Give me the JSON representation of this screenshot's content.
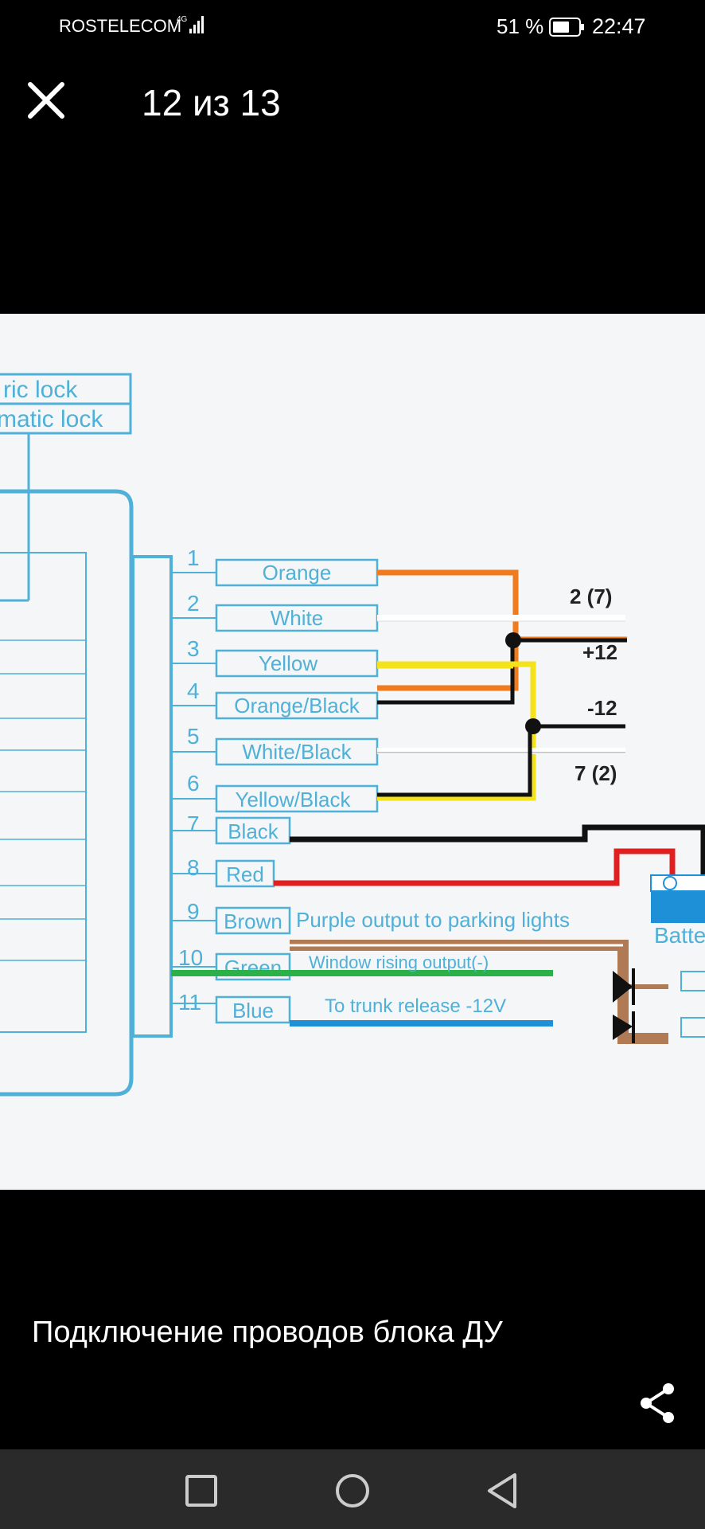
{
  "status": {
    "carrier": "ROSTELECOM",
    "network": "4G",
    "battery": "51 %",
    "time": "22:47"
  },
  "viewer": {
    "counter": "12 из 13",
    "caption": "Подключение проводов блока ДУ"
  },
  "diagram": {
    "lock_labels": [
      "ric lock",
      "matic lock"
    ],
    "wires": [
      {
        "num": "1",
        "label": "Orange"
      },
      {
        "num": "2",
        "label": "White"
      },
      {
        "num": "3",
        "label": "Yellow"
      },
      {
        "num": "4",
        "label": "Orange/Black"
      },
      {
        "num": "5",
        "label": "White/Black"
      },
      {
        "num": "6",
        "label": "Yellow/Black"
      },
      {
        "num": "7",
        "label": "Black"
      },
      {
        "num": "8",
        "label": "Red"
      },
      {
        "num": "9",
        "label": "Brown"
      },
      {
        "num": "10",
        "label": "Green"
      },
      {
        "num": "11",
        "label": "Blue"
      }
    ],
    "side_labels": {
      "a": "2 (7)",
      "b": "+12",
      "c": "-12",
      "d": "7 (2)"
    },
    "notes": {
      "brown": "Purple output to parking lights",
      "green": "Window rising output(-)",
      "blue": "To trunk release -12V",
      "battery": "Batte"
    },
    "colors": {
      "frame": "#4fb0d8",
      "orange": "#f07a1e",
      "yellow": "#f4e21a",
      "red": "#e02020",
      "brown": "#b07a55",
      "green": "#2bb04a",
      "blue": "#1e90d8"
    }
  },
  "icons": {
    "close": "close-icon",
    "share": "share-icon",
    "recents": "square-icon",
    "home": "circle-icon",
    "back": "triangle-back-icon"
  }
}
